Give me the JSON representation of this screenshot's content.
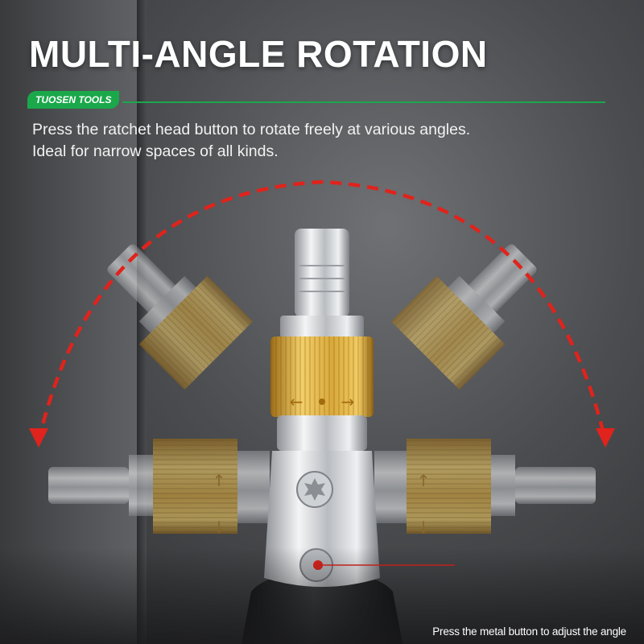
{
  "title": "MULTI-ANGLE ROTATION",
  "brand": "TUOSEN TOOLS",
  "description": [
    "Press the ratchet head button to rotate freely at various angles.",
    "Ideal for narrow spaces of all kinds."
  ],
  "callout": "Press the metal button to adjust the angle",
  "colors": {
    "brand_green": "#1aa84a",
    "arc_red": "#e0231c",
    "brass": "#d9a93b",
    "chrome": "#d7d9dc"
  },
  "icons": [
    "rotation-arc-arrow-icon",
    "arrow-left-icon",
    "arrow-right-icon",
    "arrow-up-icon",
    "arrow-down-icon",
    "torx-screw-icon"
  ]
}
